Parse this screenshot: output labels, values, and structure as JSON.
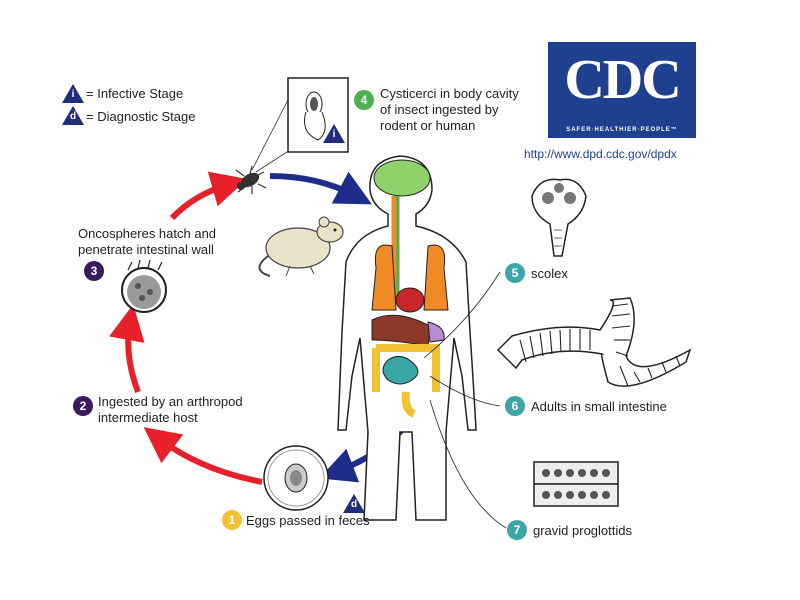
{
  "legend": {
    "infective_symbol": "i",
    "infective_label": "= Infective Stage",
    "diagnostic_symbol": "d",
    "diagnostic_label": "= Diagnostic Stage"
  },
  "logo": {
    "letters": "CDC",
    "tagline": "SAFER·HEALTHIER·PEOPLE™"
  },
  "url": "http://www.dpd.cdc.gov/dpdx",
  "steps": [
    {
      "number": "1",
      "label": "Eggs passed in feces",
      "color": "#f2c132"
    },
    {
      "number": "2",
      "label_lines": [
        "Ingested by an arthropod",
        "intermediate host"
      ],
      "color": "#3a1a5e"
    },
    {
      "number": "3",
      "label_lines": [
        "Oncospheres hatch and",
        "penetrate intestinal wall"
      ],
      "color": "#3a1a5e"
    },
    {
      "number": "4",
      "label_lines": [
        "Cysticerci in body cavity",
        "of insect ingested by",
        "rodent or human"
      ],
      "color": "#4caf50"
    },
    {
      "number": "5",
      "label": "scolex",
      "color": "#3aa6a8"
    },
    {
      "number": "6",
      "label": "Adults in small intestine",
      "color": "#3aa6a8"
    },
    {
      "number": "7",
      "label": "gravid proglottids",
      "color": "#3aa6a8"
    }
  ],
  "stage_marks": {
    "cysticercus_infective": "i",
    "egg_diagnostic": "d"
  },
  "colors": {
    "arrow_red": "#e8202a",
    "arrow_blue": "#1f2d8a",
    "cdc_blue": "#1f3f8f",
    "lung_orange": "#f08a24",
    "liver_red": "#c8262b",
    "intestine_teal": "#3aa6a8",
    "colon_yellow": "#f2c132",
    "brain_green": "#8fd26a"
  }
}
